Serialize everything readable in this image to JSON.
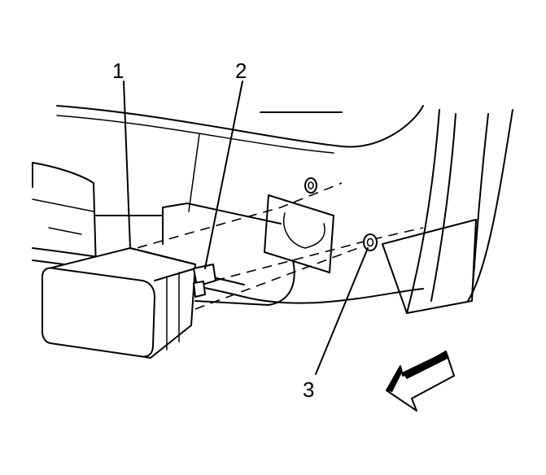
{
  "callouts": [
    {
      "id": "1",
      "label": "1"
    },
    {
      "id": "2",
      "label": "2"
    },
    {
      "id": "3",
      "label": "3"
    }
  ],
  "colors": {
    "line": "#000000",
    "background": "#ffffff"
  },
  "icons": {
    "direction_arrow": "forward-direction-arrow-icon"
  }
}
